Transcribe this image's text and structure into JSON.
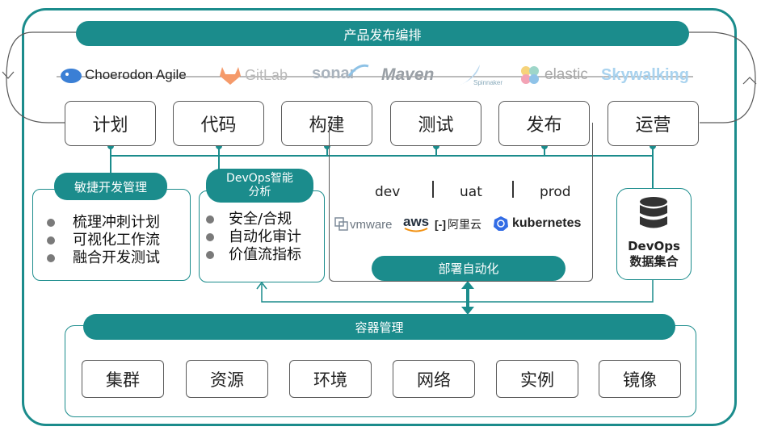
{
  "top_title": "产品发布编排",
  "tools": [
    "Choerodon Agile",
    "GitLab",
    "sonar",
    "Maven",
    "Spinnaker",
    "elastic",
    "Skywalking"
  ],
  "stages": [
    "计划",
    "代码",
    "构建",
    "测试",
    "发布",
    "运营"
  ],
  "agile": {
    "title": "敏捷开发管理",
    "items": [
      "梳理冲刺计划",
      "可视化工作流",
      "融合开发测试"
    ]
  },
  "analysis": {
    "title_line1": "DevOps智能",
    "title_line2": "分析",
    "items": [
      "安全/合规",
      "自动化审计",
      "价值流指标"
    ]
  },
  "deploy": {
    "envs": [
      "dev",
      "uat",
      "prod"
    ],
    "clouds": [
      "vmware",
      "aws",
      "阿里云",
      "kubernetes"
    ],
    "title": "部署自动化"
  },
  "dataset": {
    "line1": "DevOps",
    "line2": "数据集合"
  },
  "container": {
    "title": "容器管理",
    "items": [
      "集群",
      "资源",
      "环境",
      "网络",
      "实例",
      "镜像"
    ]
  },
  "colors": {
    "teal": "#1b8c8c",
    "border": "#5a5a5a"
  }
}
